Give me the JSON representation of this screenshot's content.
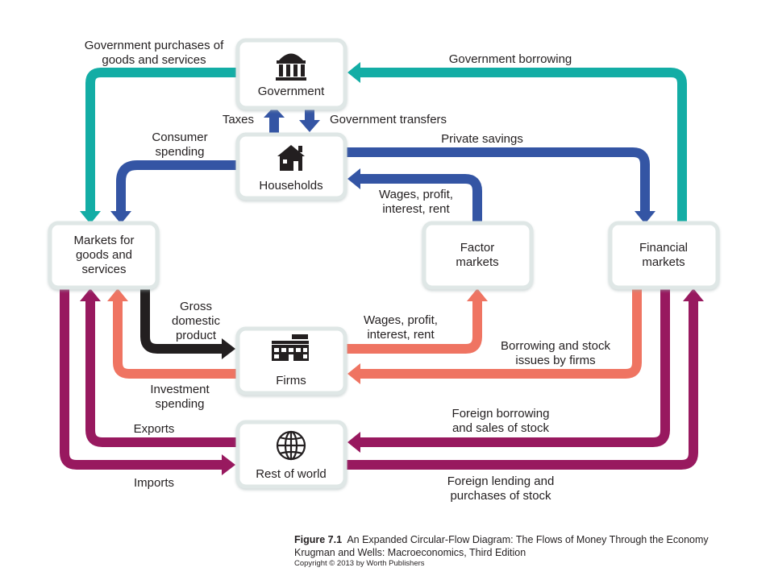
{
  "colors": {
    "teal": "#13ada5",
    "blue": "#3455a4",
    "salmon": "#ef7462",
    "black": "#231f20",
    "purple": "#98195f",
    "box_border": "#dfe7e6",
    "box_fill": "#ffffff"
  },
  "boxes": {
    "government": {
      "label": [
        "Government"
      ],
      "icon": "government-building-icon"
    },
    "households": {
      "label": [
        "Households"
      ],
      "icon": "house-icon"
    },
    "goods_markets": {
      "label": [
        "Markets for",
        "goods and",
        "services"
      ]
    },
    "factor_markets": {
      "label": [
        "Factor",
        "markets"
      ]
    },
    "financial_markets": {
      "label": [
        "Financial",
        "markets"
      ]
    },
    "firms": {
      "label": [
        "Firms"
      ],
      "icon": "factory-icon"
    },
    "rest_of_world": {
      "label": [
        "Rest of world"
      ],
      "icon": "globe-icon"
    }
  },
  "flows": {
    "gov_purchases": [
      "Government purchases of",
      "goods and services"
    ],
    "gov_borrowing": [
      "Government borrowing"
    ],
    "taxes": [
      "Taxes"
    ],
    "gov_transfers": [
      "Government transfers"
    ],
    "consumer_spending": [
      "Consumer",
      "spending"
    ],
    "private_savings": [
      "Private savings"
    ],
    "wages_households": [
      "Wages, profit,",
      "interest, rent"
    ],
    "gdp": [
      "Gross",
      "domestic",
      "product"
    ],
    "wages_firms": [
      "Wages, profit,",
      "interest, rent"
    ],
    "borrowing_stock": [
      "Borrowing and stock",
      "issues by firms"
    ],
    "investment_spending": [
      "Investment",
      "spending"
    ],
    "exports": [
      "Exports"
    ],
    "foreign_borrowing": [
      "Foreign borrowing",
      "and sales of stock"
    ],
    "imports": [
      "Imports"
    ],
    "foreign_lending": [
      "Foreign lending and",
      "purchases of stock"
    ]
  },
  "caption": {
    "figure_number": "Figure 7.1",
    "figure_title": "An Expanded Circular-Flow Diagram: The Flows of Money Through the Economy",
    "book": "Krugman and Wells: Macroeconomics, Third Edition",
    "copyright": "Copyright © 2013 by Worth Publishers"
  }
}
